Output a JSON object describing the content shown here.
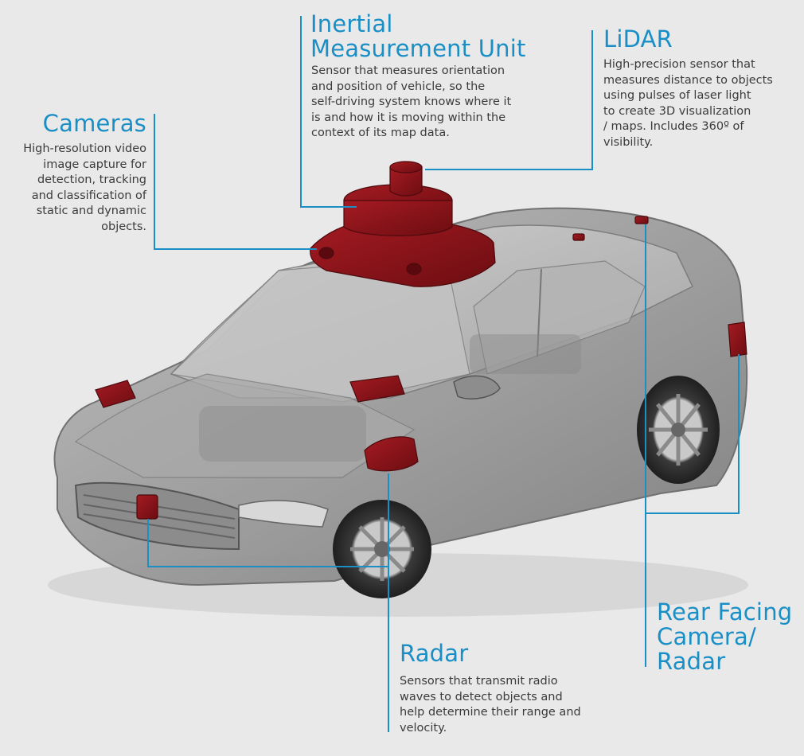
{
  "accent_color": "#1a8fc6",
  "sensor_color": "#8a1218",
  "callouts": {
    "imu": {
      "title_lines": [
        "Inertial",
        "Measurement Unit"
      ],
      "description_lines": [
        "Sensor that measures orientation",
        "and position of vehicle, so the",
        "self-driving system knows where it",
        "is and how it is moving within the",
        "context of its map data."
      ]
    },
    "lidar": {
      "title_lines": [
        "LiDAR"
      ],
      "description_lines": [
        "High-precision sensor that",
        "measures distance to objects",
        "using pulses of laser light",
        "to create 3D visualization",
        "/ maps. Includes 360º of",
        "visibility."
      ]
    },
    "cameras": {
      "title_lines": [
        "Cameras"
      ],
      "description_lines": [
        "High-resolution video",
        "image capture for",
        "detection, tracking",
        "and classification of",
        "static and dynamic",
        "objects."
      ]
    },
    "radar": {
      "title_lines": [
        "Radar"
      ],
      "description_lines": [
        "Sensors that transmit radio",
        "waves to detect objects and",
        "help determine their range and",
        "velocity."
      ]
    },
    "rear": {
      "title_lines": [
        "Rear Facing",
        "Camera/",
        "Radar"
      ],
      "description_lines": []
    }
  }
}
